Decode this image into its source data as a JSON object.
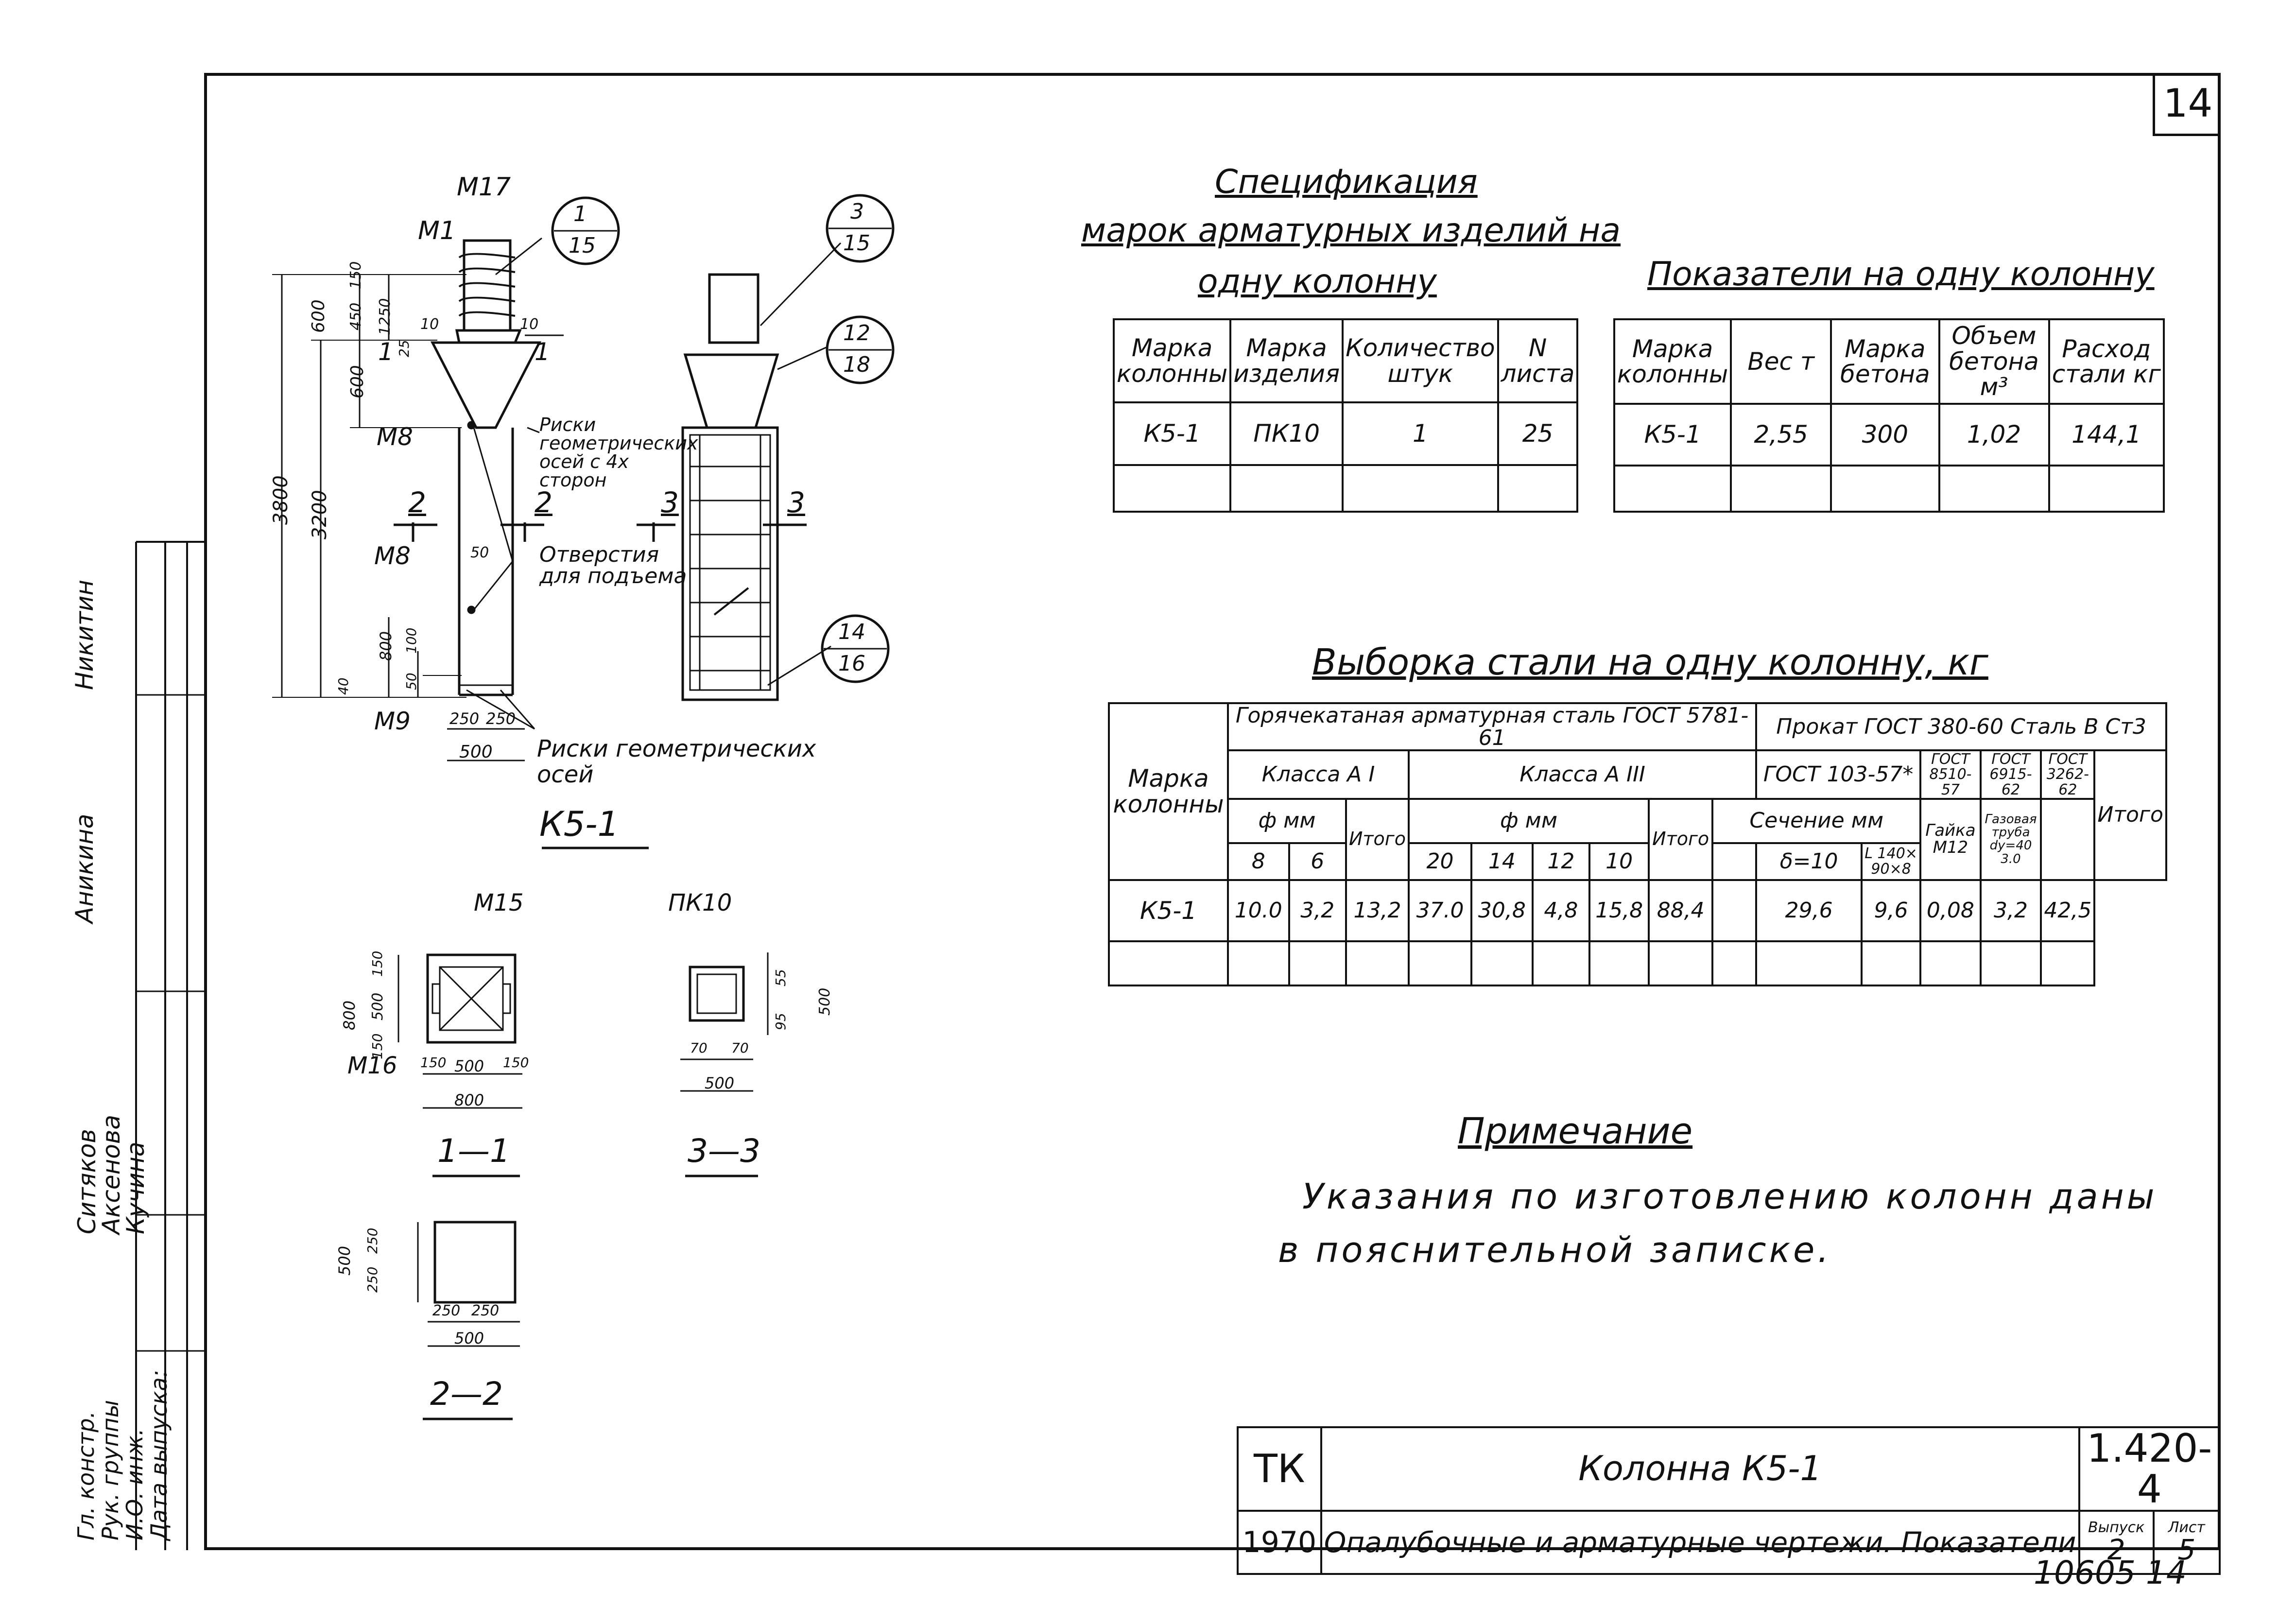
{
  "sheet_number": "14",
  "spec": {
    "title_lines": [
      "Спецификация",
      "марок арматурных изделий на",
      "одну колонну"
    ],
    "headers": [
      "Марка колонны",
      "Марка изделия",
      "Количество штук",
      "N листа"
    ],
    "rows": [
      [
        "К5-1",
        "ПК10",
        "1",
        "25"
      ],
      [
        "",
        "",
        "",
        ""
      ]
    ]
  },
  "indicators": {
    "title": "Показатели на одну колонну",
    "headers": [
      "Марка колонны",
      "Вес т",
      "Марка бетона",
      "Объем бетона м³",
      "Расход стали кг"
    ],
    "rows": [
      [
        "К5-1",
        "2,55",
        "300",
        "1,02",
        "144,1"
      ],
      [
        "",
        "",
        "",
        "",
        ""
      ]
    ]
  },
  "steel": {
    "title": "Выборка стали на одну колонну, кг",
    "col_mark": "Марка колонны",
    "group_hot": "Горячекатаная арматурная сталь ГОСТ 5781-61",
    "group_prokat": "Прокат ГОСТ 380-60 Сталь В Ст3",
    "class_a1": "Класса А I",
    "class_a3": "Класса А III",
    "gost103": "ГОСТ 103-57*",
    "gost8510": "ГОСТ 8510-57",
    "gost6915": "ГОСТ 6915-62",
    "gost3262": "ГОСТ 3262-62",
    "phi_mm": "ф мм",
    "itogo": "Итого",
    "section_mm": "Сечение мм",
    "nut": "Гайка М12",
    "gas_pipe": "Газовая труба dу=40 3.0",
    "d_a1": [
      "8",
      "6"
    ],
    "d_a3": [
      "20",
      "14",
      "12",
      "10"
    ],
    "sheet_delta": "δ=10",
    "angle": "L 140× 90×8",
    "row": {
      "mark": "К5-1",
      "a1": [
        "10.0",
        "3,2"
      ],
      "a1_total": "13,2",
      "a3": [
        "37.0",
        "30,8",
        "4,8",
        "15,8"
      ],
      "a3_total": "88,4",
      "sheet": "29,6",
      "angle": "9,6",
      "nut": "0,08",
      "pipe": "3,2",
      "total": "42,5"
    }
  },
  "note": {
    "title": "Примечание",
    "lines": [
      "Указания по изготовлению колонн даны",
      "в пояснительной записке."
    ]
  },
  "drawing": {
    "main_caption": "К5-1",
    "sec11": "1—1",
    "sec22": "2—2",
    "sec33": "3—3",
    "labels": {
      "m17": "М17",
      "m1": "М1",
      "m8a": "М8",
      "m8b": "М8",
      "m9": "М9",
      "m15": "М15",
      "m16": "М16",
      "pk10": "ПК10",
      "riski": "Риски геометрических осей с 4х сторон",
      "otv": "Отверстия для подъема",
      "riski2": "Риски геометрических осей",
      "sec2": "2",
      "sec3": "3",
      "sec1": "1"
    },
    "dims": {
      "d3800": "3800",
      "d3200": "3200",
      "d600a": "600",
      "d600b": "600",
      "d150": "150",
      "d450": "450",
      "d1250": "1250",
      "d10a": "10",
      "d10b": "10",
      "d25": "25",
      "d50": "50",
      "d800": "800",
      "d100": "100",
      "d50b": "50",
      "d40": "40",
      "d250a": "250",
      "d250b": "250",
      "d500": "500",
      "s1_800": "800",
      "s1_500": "500",
      "s1_150a": "150",
      "s1_150b": "150",
      "s1_150c": "150",
      "s1_500w": "500",
      "s1_150d": "150",
      "s1_800w": "800",
      "s3_55": "55",
      "s3_95": "95",
      "s3_500": "500",
      "s3_70a": "70",
      "s3_70b": "70",
      "s3_500w": "500",
      "s2_500": "500",
      "s2_250a": "250",
      "s2_250b": "250",
      "s2_250c": "250",
      "s2_250d": "250",
      "s2_500w": "500"
    },
    "callouts": [
      {
        "num": "1",
        "den": "15"
      },
      {
        "num": "3",
        "den": "15"
      },
      {
        "num": "12",
        "den": "18"
      },
      {
        "num": "14",
        "den": "16"
      }
    ]
  },
  "stamp": {
    "tk": "ТК",
    "year": "1970",
    "title": "Колонна К5-1",
    "subtitle": "Опалубочные и арматурные чертежи. Показатели",
    "code": "1.420-4",
    "vyp_label": "Выпуск",
    "vyp": "2",
    "list_label": "Лист",
    "list": "5",
    "inv": "10605 14"
  },
  "left_strip": {
    "roles": [
      "Гл. констр.",
      "Рук. группы",
      "И.О. инж.",
      "Дата выпуска:"
    ],
    "names": [
      "Ситяков",
      "Аксенова",
      "Кучина"
    ],
    "names2": [
      "Никитин",
      "Аникина"
    ]
  }
}
